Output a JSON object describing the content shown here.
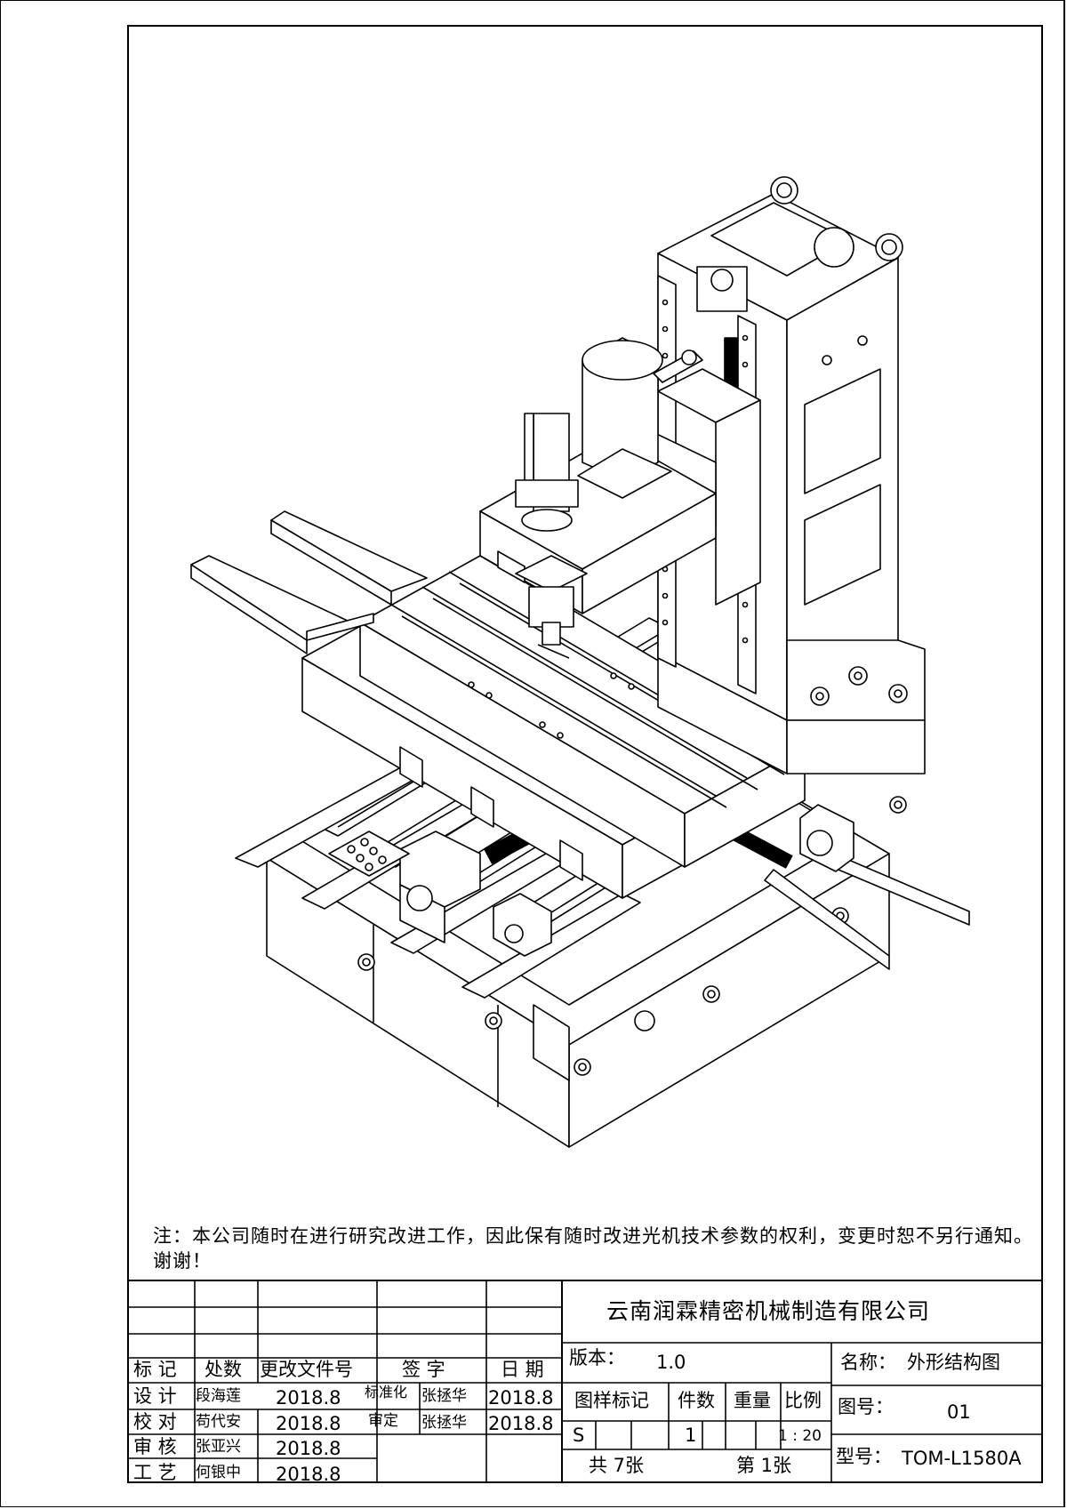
{
  "note": {
    "text": "注：本公司随时在进行研究改进工作，因此保有随时改进光机技术参数的权利，变更时恕不另行通知。谢谢！"
  },
  "revision_block": {
    "headers": {
      "mark": "标 记",
      "location": "处数",
      "change_doc": "更改文件号",
      "signature": "签 字",
      "date": "日 期"
    }
  },
  "approvals": [
    {
      "role": "设 计",
      "name": "段海莲",
      "date": "2018.8"
    },
    {
      "role": "校 对",
      "name": "苟代安",
      "date": "2018.8"
    },
    {
      "role": "审 核",
      "name": "张亚兴",
      "date": "2018.8"
    },
    {
      "role": "工 艺",
      "name": "何银中",
      "date": "2018.8"
    }
  ],
  "approvals_right": [
    {
      "role": "标准化",
      "name": "张拯华",
      "date": "2018.8"
    },
    {
      "role": "审定",
      "name": "张拯华",
      "date": "2018.8"
    }
  ],
  "company": "云南润霖精密机械制造有限公司",
  "version": {
    "label": "版本：",
    "value": "1.0"
  },
  "drawing_name": {
    "label": "名称：",
    "value": "外形结构图"
  },
  "specs": {
    "headers": {
      "sample_mark": "图样标记",
      "quantity": "件数",
      "weight": "重量",
      "scale": "比例"
    },
    "values": {
      "sample_mark": "S",
      "quantity": "1",
      "weight": "",
      "scale": "1 : 20"
    }
  },
  "drawing_number": {
    "label": "图号：",
    "value": "01"
  },
  "model": {
    "label": "型号：",
    "value": "TOM-L1580A"
  },
  "sheets": {
    "total": "共 7张",
    "current": "第 1张"
  }
}
